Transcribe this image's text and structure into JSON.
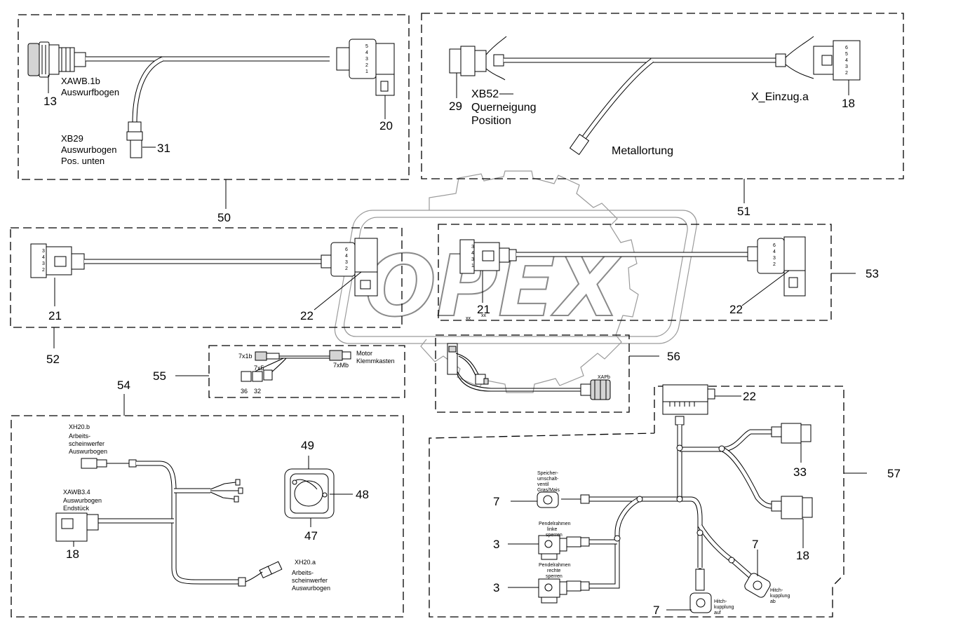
{
  "watermark": {
    "text": "OPEX"
  },
  "callouts": {
    "n13": "13",
    "n20": "20",
    "n31": "31",
    "n50": "50",
    "n29": "29",
    "n18a": "18",
    "n51": "51",
    "n21a": "21",
    "n22a": "22",
    "n52": "52",
    "n21b": "21",
    "n22b": "22",
    "n53": "53",
    "n55": "55",
    "n36": "36",
    "n32": "32",
    "n56": "56",
    "n54": "54",
    "n49": "49",
    "n48": "48",
    "n47": "47",
    "n18b": "18",
    "n22c": "22",
    "n33": "33",
    "n57": "57",
    "n18c": "18",
    "n7a": "7",
    "n3a": "3",
    "n3b": "3",
    "n7b": "7",
    "n7c": "7"
  },
  "labels": {
    "xawb": "XAWB.1b",
    "auswurfbogen": "Auswurfbogen",
    "xb29": "XB29",
    "xb29_l2": "Auswurbogen",
    "xb29_l3": "Pos. unten",
    "xb52": "XB52",
    "xb52_l2": "Querneigung",
    "xb52_l3": "Position",
    "x_einzug": "X_Einzug.a",
    "metallortung": "Metallortung",
    "x7x1b": "7x1b",
    "x7x5": "7x5",
    "x7xmb": "7xMb",
    "motor": "Motor",
    "klemmkasten": "Klemmkasten",
    "xapb": "XAPb",
    "xh20b": "XH20.b",
    "xh20b_l2": "Arbeits-",
    "xh20b_l3": "scheinwerfer",
    "xh20b_l4": "Auswurbogen",
    "xawb34": "XAWB3.4",
    "xawb34_l2": "Auswurbogen",
    "xawb34_l3": "Endstück",
    "xh20a": "XH20.a",
    "xh20a_l2": "Arbeits-",
    "xh20a_l3": "scheinwerfer",
    "xh20a_l4": "Auswurbogen",
    "sp_l1": "Speicher-",
    "sp_l2": "umschalt-",
    "sp_l3": "ventil",
    "sp_l4": "Gras/Mais",
    "pl_l1": "Pendelrahmen",
    "pl_l2": "linke",
    "pl_l3": "sperren",
    "pr_l1": "Pendelrahmen",
    "pr_l2": "rechte",
    "pr_l3": "sperren",
    "hab_l1": "Hitch-",
    "hab_l2": "kupplung",
    "hab_l3": "ab",
    "hauf_l1": "Hitch-",
    "hauf_l2": "kupplung",
    "hauf_l3": "auf"
  }
}
